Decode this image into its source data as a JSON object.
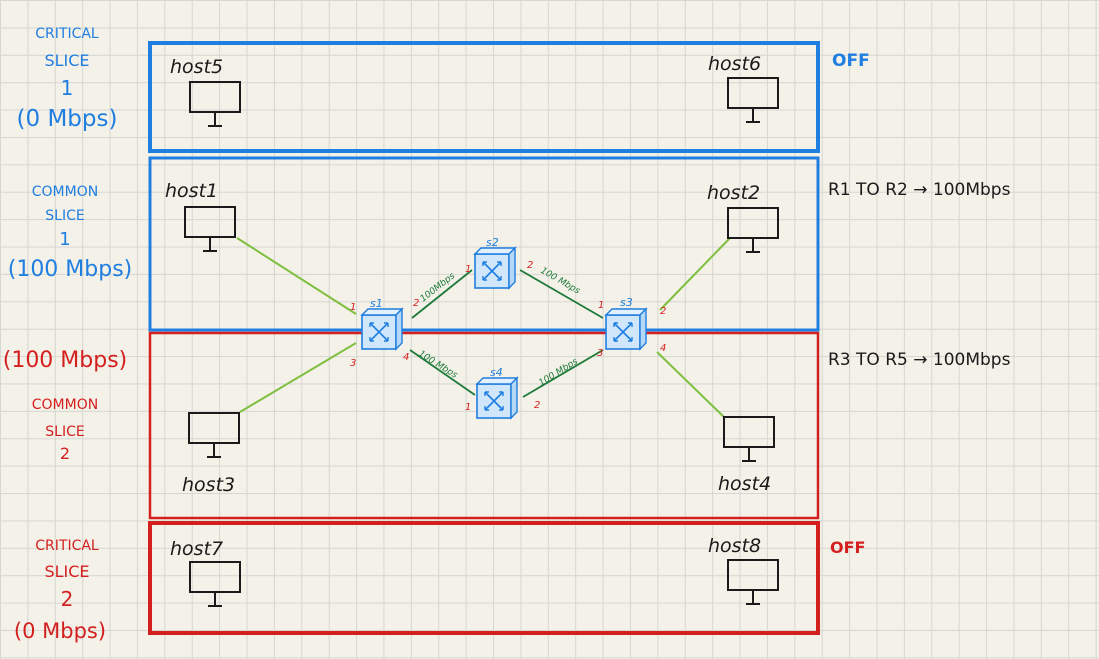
{
  "slices": {
    "critical1": {
      "line1": "CRITICAL",
      "line2": "SLICE",
      "line3": "1",
      "line4": "(0 Mbps)",
      "status": "OFF"
    },
    "common1": {
      "line1": "COMMON",
      "line2": "SLICE",
      "line3": "1",
      "line4": "(100 Mbps)",
      "rule": "R1 TO R2 → 100Mbps"
    },
    "common2": {
      "line0": "(100 Mbps)",
      "line1": "COMMON",
      "line2": "SLICE",
      "line3": "2",
      "rule": "R3 TO R5 → 100Mbps"
    },
    "critical2": {
      "line1": "CRITICAL",
      "line2": "SLICE",
      "line3": "2",
      "line4": "(0 Mbps)",
      "status": "OFF"
    }
  },
  "hosts": {
    "host1": "host1",
    "host2": "host2",
    "host3": "host3",
    "host4": "host4",
    "host5": "host5",
    "host6": "host6",
    "host7": "host7",
    "host8": "host8"
  },
  "switches": {
    "s1": "s1",
    "s2": "s2",
    "s3": "s3",
    "s4": "s4"
  },
  "ports": {
    "p1": "1",
    "p2": "2",
    "p3": "3",
    "p4": "4"
  },
  "links": {
    "s1_s2": "100Mbps",
    "s2_s3": "100 Mbps",
    "s1_s4": "100 Mbps",
    "s4_s3": "100 Mbps"
  },
  "colors": {
    "blue": "#1f7ee0",
    "red": "#d41f1f",
    "green": "#7fbf3f",
    "dark_green": "#1e7a3a",
    "switch_fill": "#cfe6fb"
  }
}
